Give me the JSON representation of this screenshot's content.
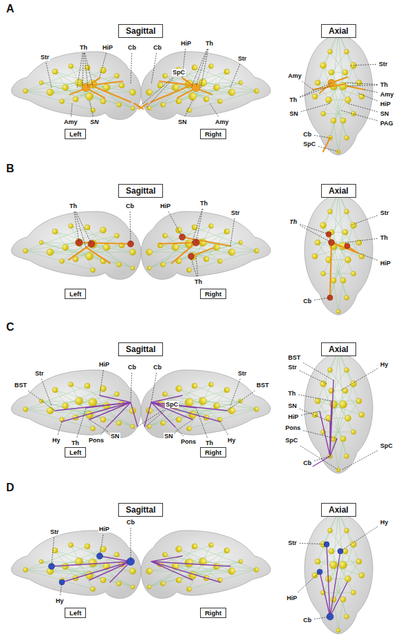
{
  "diagram": {
    "nodes": [
      {
        "text": [
          "Sagittal"
        ]
      },
      {
        "text": [
          "Axial"
        ]
      },
      {
        "text": [
          "Left"
        ]
      },
      {
        "text": [
          "Right"
        ]
      },
      {
        "text": [
          "Sagittal"
        ]
      },
      {
        "text": [
          "Axial"
        ]
      },
      {
        "text": [
          "Left"
        ]
      },
      {
        "text": [
          "Right"
        ]
      },
      {
        "text": [
          "Sagittal"
        ]
      },
      {
        "text": [
          "Axial"
        ]
      },
      {
        "text": [
          "Left"
        ]
      },
      {
        "text": [
          "Right"
        ]
      },
      {
        "text": [
          "Sagittal"
        ]
      },
      {
        "text": [
          "Axial"
        ]
      },
      {
        "text": [
          "Left"
        ]
      },
      {
        "text": [
          "Right"
        ]
      }
    ],
    "labels": [
      "A",
      "Str",
      "Th",
      "HiP",
      "Cb",
      "SpC",
      "Amy",
      "SN",
      "Cb",
      "HiP",
      "Th",
      "Str",
      "SN",
      "Amy",
      "Amy",
      "Str",
      "Th",
      "Th",
      "Amy",
      "HiP",
      "SN",
      "SN",
      "PAG",
      "Cb",
      "SpC",
      "B",
      "Th",
      "Cb",
      "HiP",
      "Th",
      "Str",
      "Th",
      "Th",
      "Str",
      "Th",
      "HiP",
      "Cb",
      "C",
      "BST",
      "Str",
      "HiP",
      "Cb",
      "SpC",
      "Hy",
      "Th",
      "Pons",
      "SN",
      "Cb",
      "Str",
      "BST",
      "SN",
      "Pons",
      "Th",
      "Hy",
      "BST",
      "Str",
      "Hy",
      "Th",
      "SN",
      "HiP",
      "Pons",
      "SpC",
      "Cb",
      "SpC",
      "D",
      "Str",
      "HiP",
      "Cb",
      "Hy",
      "Hy",
      "Str",
      "HiP",
      "Cb"
    ]
  }
}
